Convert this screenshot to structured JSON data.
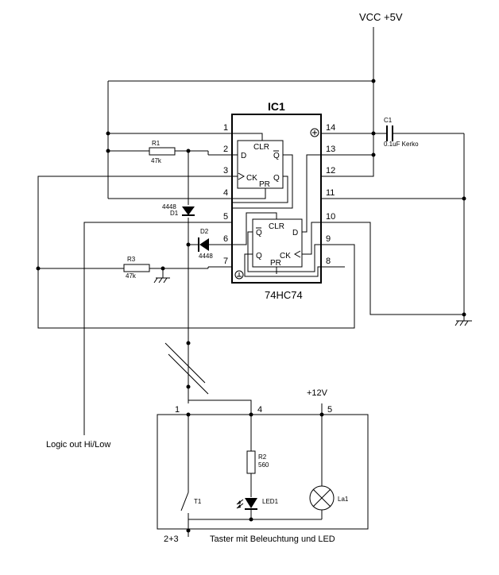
{
  "power": {
    "vcc": "VCC +5V",
    "v12": "+12V"
  },
  "ic": {
    "name": "IC1",
    "part": "74HC74",
    "pins_left": [
      "1",
      "2",
      "3",
      "4",
      "5",
      "6",
      "7"
    ],
    "pins_right": [
      "14",
      "13",
      "12",
      "11",
      "10",
      "9",
      "8"
    ],
    "ff1": {
      "clr": "CLR",
      "d": "D",
      "qbar": "Q",
      "ck": "CK",
      "q": "Q",
      "pr": "PR"
    },
    "ff2": {
      "qbar": "Q",
      "clr": "CLR",
      "d": "D",
      "q": "Q",
      "ck": "CK",
      "pr": "PR"
    }
  },
  "components": {
    "r1": {
      "name": "R1",
      "value": "47k"
    },
    "r3": {
      "name": "R3",
      "value": "47k"
    },
    "r2": {
      "name": "R2",
      "value": "560"
    },
    "d1": {
      "name": "D1",
      "value": "4448"
    },
    "d2": {
      "name": "D2",
      "value": "4448"
    },
    "c1": {
      "name": "C1",
      "value": "0.1uF Kerko"
    },
    "t1": {
      "name": "T1"
    },
    "led1": {
      "name": "LED1"
    },
    "la1": {
      "name": "La1"
    }
  },
  "connector": {
    "p1": "1",
    "p4": "4",
    "p5": "5",
    "p23": "2+3"
  },
  "labels": {
    "logic_out": "Logic out Hi/Low",
    "module": "Taster mit Beleuchtung und LED"
  }
}
